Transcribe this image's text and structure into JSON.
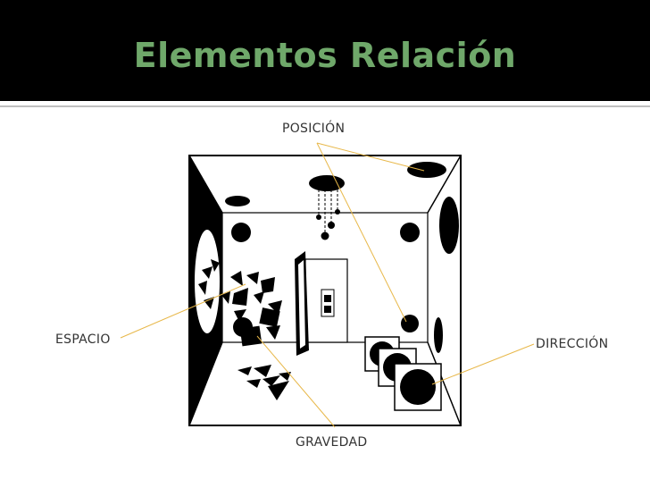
{
  "slide": {
    "title": "Elementos Relación",
    "labels": {
      "posicion": "POSICIÓN",
      "espacio": "ESPACIO",
      "direccion": "DIRECCIÓN",
      "gravedad": "GRAVEDAD"
    }
  },
  "colors": {
    "title": "#6fa86a",
    "title_bar": "#000000",
    "leader_line": "#e8b84a"
  },
  "icons": [
    "room-illustration-icon"
  ]
}
